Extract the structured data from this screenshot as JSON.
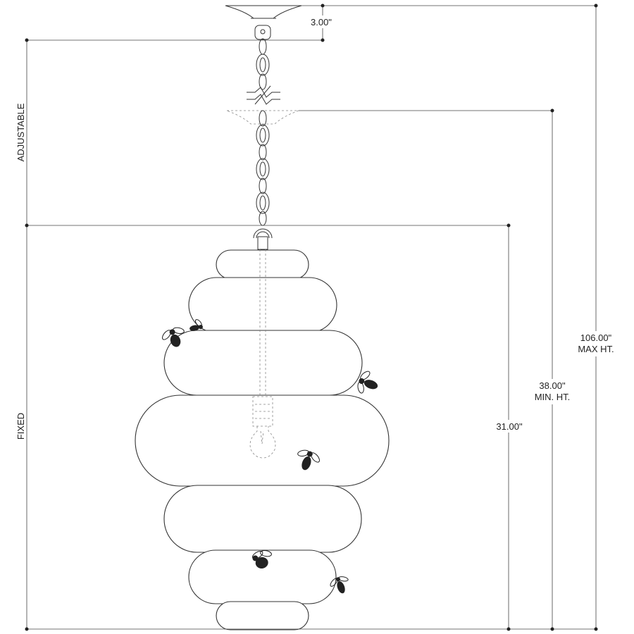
{
  "labels": {
    "top_gap": "3.00\"",
    "adjustable": "ADJUSTABLE",
    "fixed": "FIXED",
    "fixed_height": "31.00\"",
    "min_height_value": "38.00\"",
    "min_height_label": "MIN. HT.",
    "max_height_value": "106.00\"",
    "max_height_label": "MAX HT."
  },
  "colors": {
    "line": "#333333",
    "bee": "#222222",
    "background": "#ffffff"
  }
}
